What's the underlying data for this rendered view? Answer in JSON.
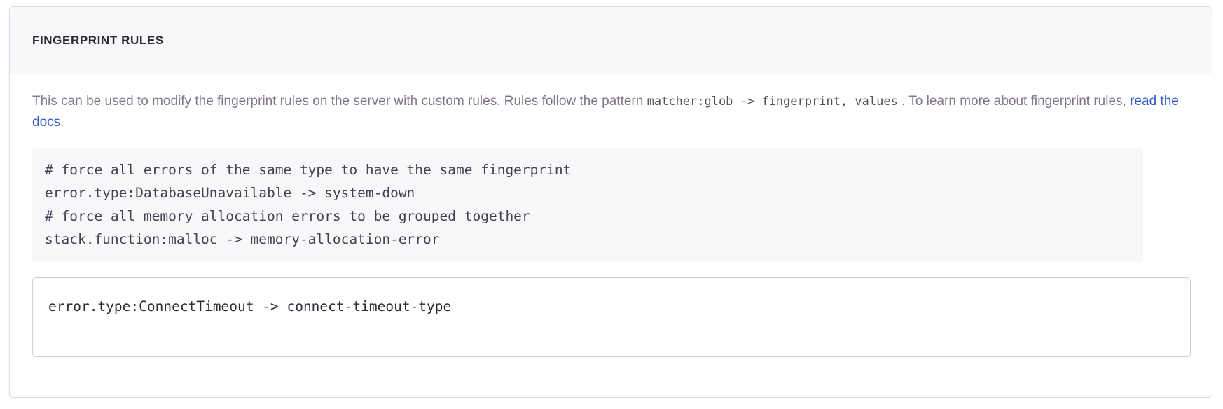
{
  "panel": {
    "title": "FINGERPRINT RULES",
    "description": {
      "part1": "This can be used to modify the fingerprint rules on the server with custom rules. Rules follow the pattern ",
      "code1": "matcher:glob -> fingerprint, values",
      "part2": " . To learn more about fingerprint rules, ",
      "link_label": "read the docs",
      "part3": "."
    },
    "example_code": {
      "lines": [
        "# force all errors of the same type to have the same fingerprint",
        "error.type:DatabaseUnavailable -> system-down",
        "# force all memory allocation errors to be grouped together",
        "stack.function:malloc -> memory-allocation-error"
      ]
    },
    "rules_input": {
      "value": "error.type:ConnectTimeout -> connect-timeout-type",
      "placeholder": "error.type:ConnectTimeout -> connect-timeout-type"
    }
  },
  "colors": {
    "panel_border": "#dcdbe3",
    "header_bg": "#f8f8fb",
    "title_text": "#2f2936",
    "description_text": "#80758f",
    "code_text": "#453f52",
    "code_block_bg": "#f7f8fa",
    "link": "#2e5cc7",
    "input_border": "#cfced9"
  }
}
